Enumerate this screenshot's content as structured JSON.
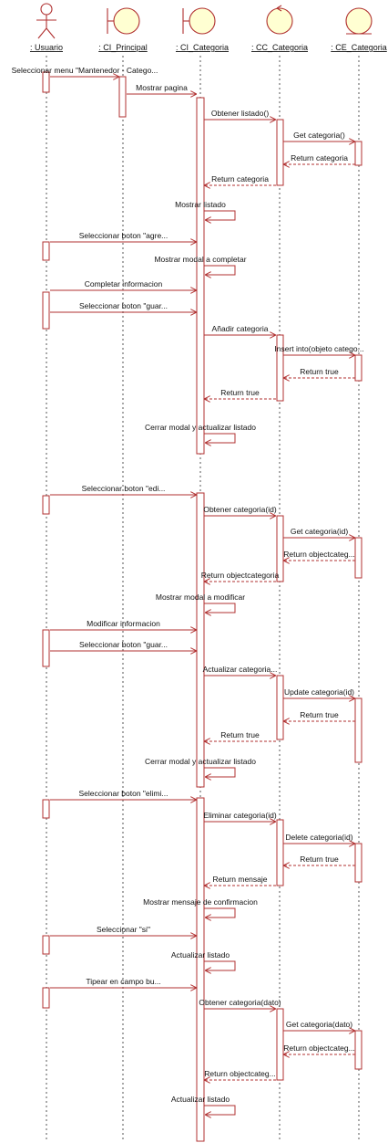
{
  "participants": [
    {
      "id": "usuario",
      "kind": "actor",
      "label": ": Usuario"
    },
    {
      "id": "ci_principal",
      "kind": "boundary",
      "label": ": CI_Principal"
    },
    {
      "id": "ci_categoria",
      "kind": "boundary",
      "label": ": CI_Categoria"
    },
    {
      "id": "cc_categoria",
      "kind": "control",
      "label": ": CC_Categoria"
    },
    {
      "id": "ce_categoria",
      "kind": "entity",
      "label": ": CE_Categoria"
    }
  ],
  "messages": [
    {
      "from": "usuario",
      "to": "ci_principal",
      "label": "Seleccionar menu \"Mantenedor - Catego...",
      "type": "call"
    },
    {
      "from": "ci_principal",
      "to": "ci_categoria",
      "label": "Mostrar pagina",
      "type": "call"
    },
    {
      "from": "ci_categoria",
      "to": "cc_categoria",
      "label": "Obtener listado()",
      "type": "call"
    },
    {
      "from": "cc_categoria",
      "to": "ce_categoria",
      "label": "Get categoria()",
      "type": "call"
    },
    {
      "from": "ce_categoria",
      "to": "cc_categoria",
      "label": "Return categoria",
      "type": "return"
    },
    {
      "from": "cc_categoria",
      "to": "ci_categoria",
      "label": "Return categoria",
      "type": "return"
    },
    {
      "from": "ci_categoria",
      "to": "ci_categoria",
      "label": "Mostrar listado",
      "type": "self"
    },
    {
      "from": "usuario",
      "to": "ci_categoria",
      "label": "Seleccionar boton \"agre...",
      "type": "call"
    },
    {
      "from": "ci_categoria",
      "to": "ci_categoria",
      "label": "Mostrar modal a completar",
      "type": "self"
    },
    {
      "from": "usuario",
      "to": "ci_categoria",
      "label": "Completar informacion",
      "type": "call"
    },
    {
      "from": "usuario",
      "to": "ci_categoria",
      "label": "Seleccionar boton \"guar...",
      "type": "call"
    },
    {
      "from": "ci_categoria",
      "to": "cc_categoria",
      "label": "Añadir categoria",
      "type": "call"
    },
    {
      "from": "cc_categoria",
      "to": "ce_categoria",
      "label": "Insert into(objeto catego...",
      "type": "call"
    },
    {
      "from": "ce_categoria",
      "to": "cc_categoria",
      "label": "Return true",
      "type": "return"
    },
    {
      "from": "cc_categoria",
      "to": "ci_categoria",
      "label": "Return true",
      "type": "return"
    },
    {
      "from": "ci_categoria",
      "to": "ci_categoria",
      "label": "Cerrar modal y actualizar listado",
      "type": "self"
    },
    {
      "from": "usuario",
      "to": "ci_categoria",
      "label": "Seleccionar boton \"edi...",
      "type": "call"
    },
    {
      "from": "ci_categoria",
      "to": "cc_categoria",
      "label": "Obtener categoria(id)",
      "type": "call"
    },
    {
      "from": "cc_categoria",
      "to": "ce_categoria",
      "label": "Get categoria(id)",
      "type": "call"
    },
    {
      "from": "ce_categoria",
      "to": "cc_categoria",
      "label": "Return objectcateg...",
      "type": "return"
    },
    {
      "from": "cc_categoria",
      "to": "ci_categoria",
      "label": "Return objectcategoria",
      "type": "return"
    },
    {
      "from": "ci_categoria",
      "to": "ci_categoria",
      "label": "Mostrar modal a modificar",
      "type": "self"
    },
    {
      "from": "usuario",
      "to": "ci_categoria",
      "label": "Modificar informacion",
      "type": "call"
    },
    {
      "from": "usuario",
      "to": "ci_categoria",
      "label": "Seleccionar boton \"guar...",
      "type": "call"
    },
    {
      "from": "ci_categoria",
      "to": "cc_categoria",
      "label": "Actualizar categoria...",
      "type": "call"
    },
    {
      "from": "cc_categoria",
      "to": "ce_categoria",
      "label": "Update categoria(id)",
      "type": "call"
    },
    {
      "from": "ce_categoria",
      "to": "cc_categoria",
      "label": "Return true",
      "type": "return"
    },
    {
      "from": "cc_categoria",
      "to": "ci_categoria",
      "label": "Return true",
      "type": "return"
    },
    {
      "from": "ci_categoria",
      "to": "ci_categoria",
      "label": "Cerrar modal y actualizar listado",
      "type": "self"
    },
    {
      "from": "usuario",
      "to": "ci_categoria",
      "label": "Seleccionar boton \"elimi...",
      "type": "call"
    },
    {
      "from": "ci_categoria",
      "to": "cc_categoria",
      "label": "Eliminar categoria(id)",
      "type": "call"
    },
    {
      "from": "cc_categoria",
      "to": "ce_categoria",
      "label": "Delete categoria(id)",
      "type": "call"
    },
    {
      "from": "ce_categoria",
      "to": "cc_categoria",
      "label": "Return true",
      "type": "return"
    },
    {
      "from": "cc_categoria",
      "to": "ci_categoria",
      "label": "Return mensaje",
      "type": "return"
    },
    {
      "from": "ci_categoria",
      "to": "ci_categoria",
      "label": "Mostrar mensaje de confirmacion",
      "type": "self"
    },
    {
      "from": "usuario",
      "to": "ci_categoria",
      "label": "Seleccionar \"si\"",
      "type": "call"
    },
    {
      "from": "ci_categoria",
      "to": "ci_categoria",
      "label": "Actualizar listado",
      "type": "self"
    },
    {
      "from": "usuario",
      "to": "ci_categoria",
      "label": "Tipear en campo bu...",
      "type": "call"
    },
    {
      "from": "ci_categoria",
      "to": "cc_categoria",
      "label": "Obtener categoria(dato)",
      "type": "call"
    },
    {
      "from": "cc_categoria",
      "to": "ce_categoria",
      "label": "Get categoria(dato)",
      "type": "call"
    },
    {
      "from": "ce_categoria",
      "to": "cc_categoria",
      "label": "Return objectcateg...",
      "type": "return"
    },
    {
      "from": "cc_categoria",
      "to": "ci_categoria",
      "label": "Return objectcateg...",
      "type": "return"
    },
    {
      "from": "ci_categoria",
      "to": "ci_categoria",
      "label": "Actualizar listado",
      "type": "self"
    }
  ]
}
